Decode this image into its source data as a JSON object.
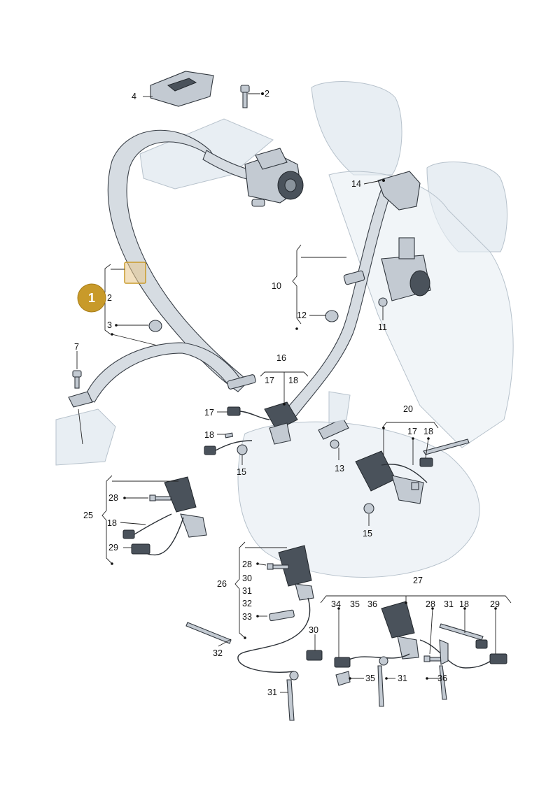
{
  "badge": {
    "label": "1",
    "color": "#c89a2a"
  },
  "callouts": [
    {
      "id": "c4",
      "text": "4"
    },
    {
      "id": "c2a",
      "text": "2"
    },
    {
      "id": "c14",
      "text": "14"
    },
    {
      "id": "c10",
      "text": "10"
    },
    {
      "id": "c12",
      "text": "12"
    },
    {
      "id": "c11",
      "text": "11"
    },
    {
      "id": "c2b",
      "text": "2"
    },
    {
      "id": "c3",
      "text": "3"
    },
    {
      "id": "c7",
      "text": "7"
    },
    {
      "id": "c16",
      "text": "16"
    },
    {
      "id": "c17a",
      "text": "17"
    },
    {
      "id": "c18a",
      "text": "18"
    },
    {
      "id": "c17b",
      "text": "17"
    },
    {
      "id": "c18b",
      "text": "18"
    },
    {
      "id": "c15a",
      "text": "15"
    },
    {
      "id": "c13",
      "text": "13"
    },
    {
      "id": "c20",
      "text": "20"
    },
    {
      "id": "c17c",
      "text": "17"
    },
    {
      "id": "c18c",
      "text": "18"
    },
    {
      "id": "c15b",
      "text": "15"
    },
    {
      "id": "c25",
      "text": "25"
    },
    {
      "id": "c28a",
      "text": "28"
    },
    {
      "id": "c18d",
      "text": "18"
    },
    {
      "id": "c29a",
      "text": "29"
    },
    {
      "id": "c26",
      "text": "26"
    },
    {
      "id": "c28b",
      "text": "28"
    },
    {
      "id": "c30a",
      "text": "30"
    },
    {
      "id": "c31a",
      "text": "31"
    },
    {
      "id": "c32a",
      "text": "32"
    },
    {
      "id": "c33",
      "text": "33"
    },
    {
      "id": "c27",
      "text": "27"
    },
    {
      "id": "c34",
      "text": "34"
    },
    {
      "id": "c35a",
      "text": "35"
    },
    {
      "id": "c36a",
      "text": "36"
    },
    {
      "id": "c28c",
      "text": "28"
    },
    {
      "id": "c31b",
      "text": "31"
    },
    {
      "id": "c18e",
      "text": "18"
    },
    {
      "id": "c29b",
      "text": "29"
    },
    {
      "id": "c30b",
      "text": "30"
    },
    {
      "id": "c32b",
      "text": "32"
    },
    {
      "id": "c31c",
      "text": "31"
    },
    {
      "id": "c35b",
      "text": "35"
    },
    {
      "id": "c31d",
      "text": "31"
    },
    {
      "id": "c36b",
      "text": "36"
    }
  ],
  "colors": {
    "highlight": "#e7c68a",
    "line": "#222222",
    "part_fill": "#d6dce2"
  }
}
